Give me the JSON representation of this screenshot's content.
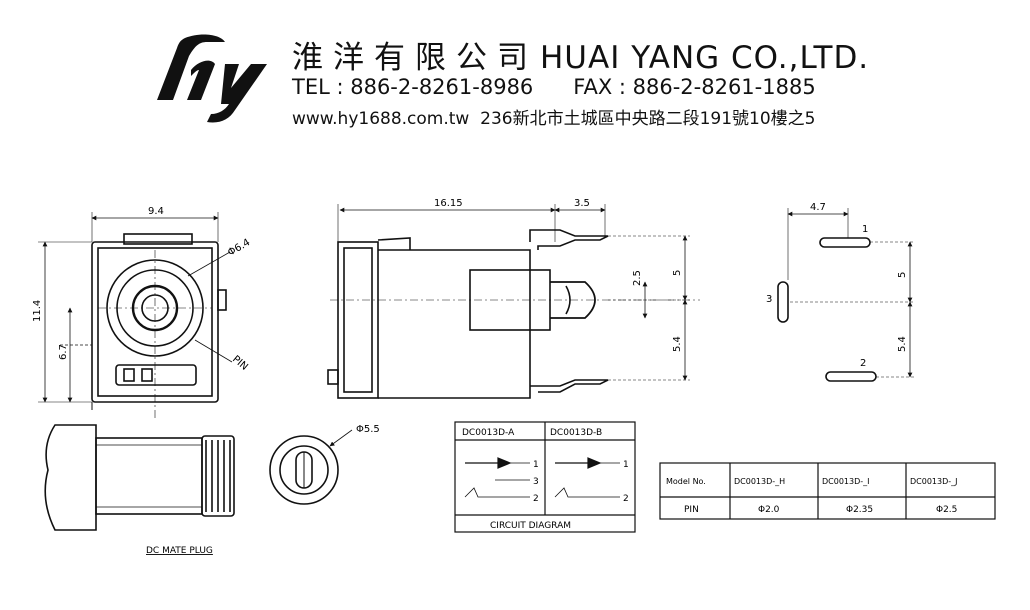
{
  "header": {
    "company_cn": "淮洋有限公司",
    "company_en": "HUAI YANG CO.,LTD.",
    "tel": "TEL : 886-2-8261-8986",
    "fax": "FAX : 886-2-8261-1885",
    "website": "www.hy1688.com.tw",
    "address": "236新北市土城區中央路二段191號10樓之5"
  },
  "front_view": {
    "width_dim": "9.4",
    "height_dim": "11.4",
    "inner_dim": "6.7",
    "diameter_label": "Φ6.4",
    "pin_label": "PIN"
  },
  "side_view": {
    "length_dim": "16.15",
    "pin_dim": "3.5",
    "dim_2_5": "2.5",
    "dim_5": "5",
    "dim_5_4": "5.4"
  },
  "pin_view": {
    "width_dim": "4.7",
    "dim_5": "5",
    "dim_5_4": "5.4",
    "pin1": "1",
    "pin2": "2",
    "pin3": "3"
  },
  "plug": {
    "caption": "DC MATE PLUG",
    "diameter_label": "Φ5.5"
  },
  "circuit": {
    "col_a": "DC0013D-A",
    "col_b": "DC0013D-B",
    "caption": "CIRCUIT DIAGRAM",
    "pins_a": [
      "1",
      "3",
      "2"
    ],
    "pins_b": [
      "1",
      "2"
    ]
  },
  "model_table": {
    "headers": [
      "Model No.",
      "DC0013D-_H",
      "DC0013D-_I",
      "DC0013D-_J"
    ],
    "row": [
      "PIN",
      "Φ2.0",
      "Φ2.35",
      "Φ2.5"
    ]
  }
}
